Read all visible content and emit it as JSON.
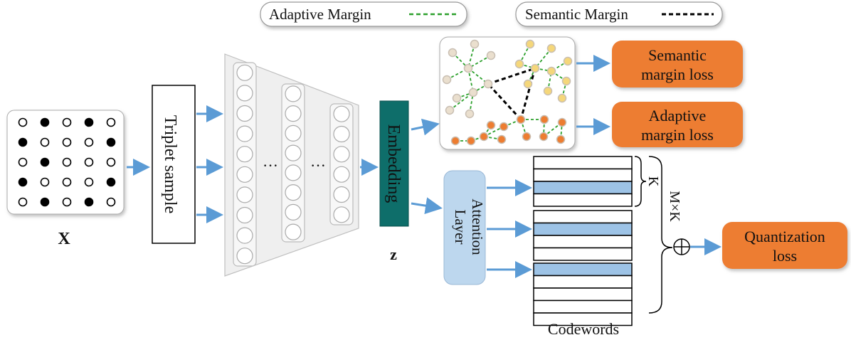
{
  "legend": {
    "adaptive_label": "Adaptive Margin",
    "semantic_label": "Semantic Margin"
  },
  "input": {
    "label": "X",
    "pattern": [
      [
        0,
        1,
        0,
        1,
        0
      ],
      [
        1,
        0,
        0,
        0,
        1
      ],
      [
        0,
        1,
        0,
        0,
        0
      ],
      [
        1,
        0,
        0,
        0,
        1
      ],
      [
        0,
        1,
        0,
        1,
        0
      ]
    ]
  },
  "triplet": {
    "label": "Triplet sample"
  },
  "embedding": {
    "label": "Embedding",
    "var": "z"
  },
  "attention": {
    "line1": "Attention",
    "line2": "Layer"
  },
  "losses": {
    "semantic": [
      "Semantic",
      "margin loss"
    ],
    "adaptive": [
      "Adaptive",
      "margin loss"
    ],
    "quantization": [
      "Quantization",
      "loss"
    ]
  },
  "codewords": {
    "label": "Codewords",
    "k_label": "K",
    "mk_label": "M×K",
    "oplus": "⊕"
  },
  "colors": {
    "arrow": "#5b9bd5",
    "loss_fill": "#ed7d31",
    "embedding_fill": "#0e6e6a",
    "attention_fill": "#bdd7ee",
    "codeword_highlight": "#9dc3e6",
    "adaptive_line": "#2ca02c",
    "semantic_line": "#000000",
    "node_beige": "#eadfce",
    "node_yellow": "#f5d77a",
    "node_orange": "#ed7d31"
  }
}
